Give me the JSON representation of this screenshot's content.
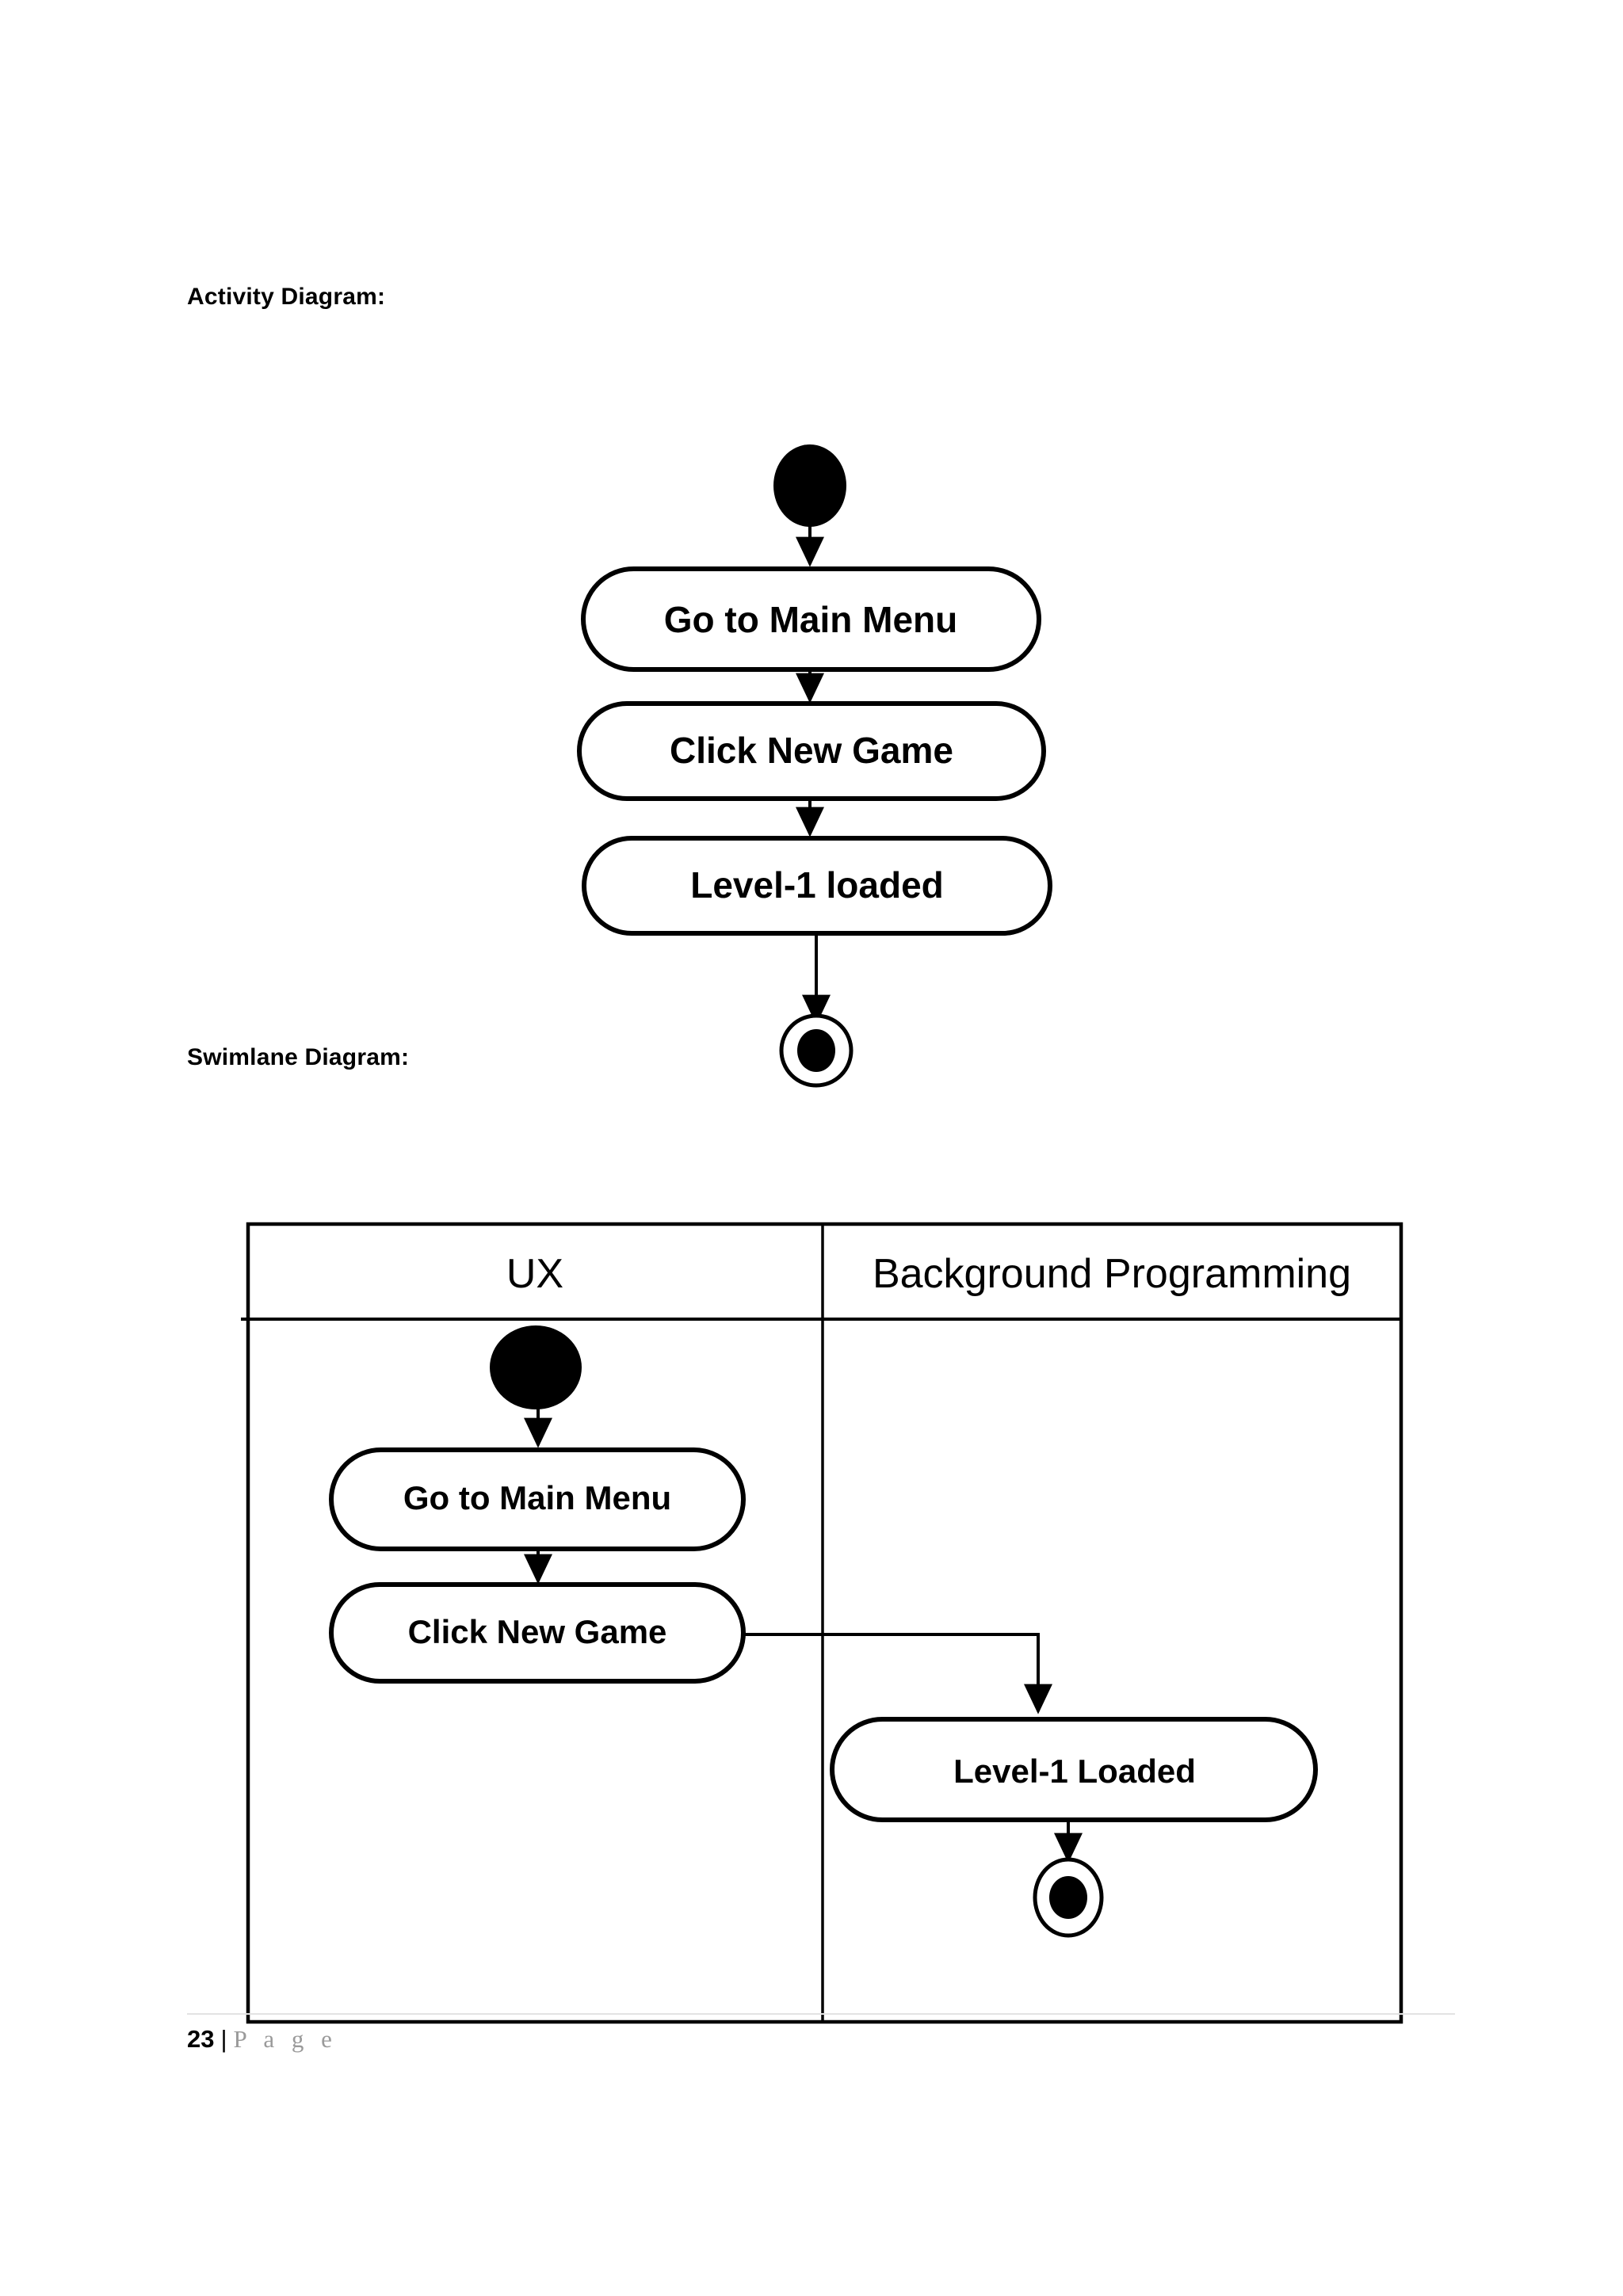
{
  "document": {
    "page_number": "23",
    "page_separator": "|",
    "page_word": "P a g e"
  },
  "sections": [
    {
      "id": "activity",
      "label": "Activity Diagram:"
    },
    {
      "id": "swimlane",
      "label": "Swimlane Diagram:"
    }
  ],
  "activity_diagram": {
    "heading": "Activity Diagram:",
    "start_node": "initial-node",
    "end_node": "final-node",
    "steps": [
      {
        "label": "Go to Main Menu"
      },
      {
        "label": "Click New Game"
      },
      {
        "label": "Level-1 loaded"
      }
    ]
  },
  "swimlane_diagram": {
    "heading": "Swimlane Diagram:",
    "lanes": [
      {
        "title": "UX",
        "start_node": "initial-node",
        "steps": [
          {
            "label": "Go to Main Menu"
          },
          {
            "label": "Click New Game"
          }
        ]
      },
      {
        "title": "Background Programming",
        "steps": [
          {
            "label": "Level-1 Loaded"
          }
        ],
        "end_node": "final-node"
      }
    ]
  },
  "colors": {
    "ink": "#000000",
    "paper": "#ffffff",
    "footer_word": "#9a9a9a",
    "footer_rule": "#e3e3e3"
  }
}
